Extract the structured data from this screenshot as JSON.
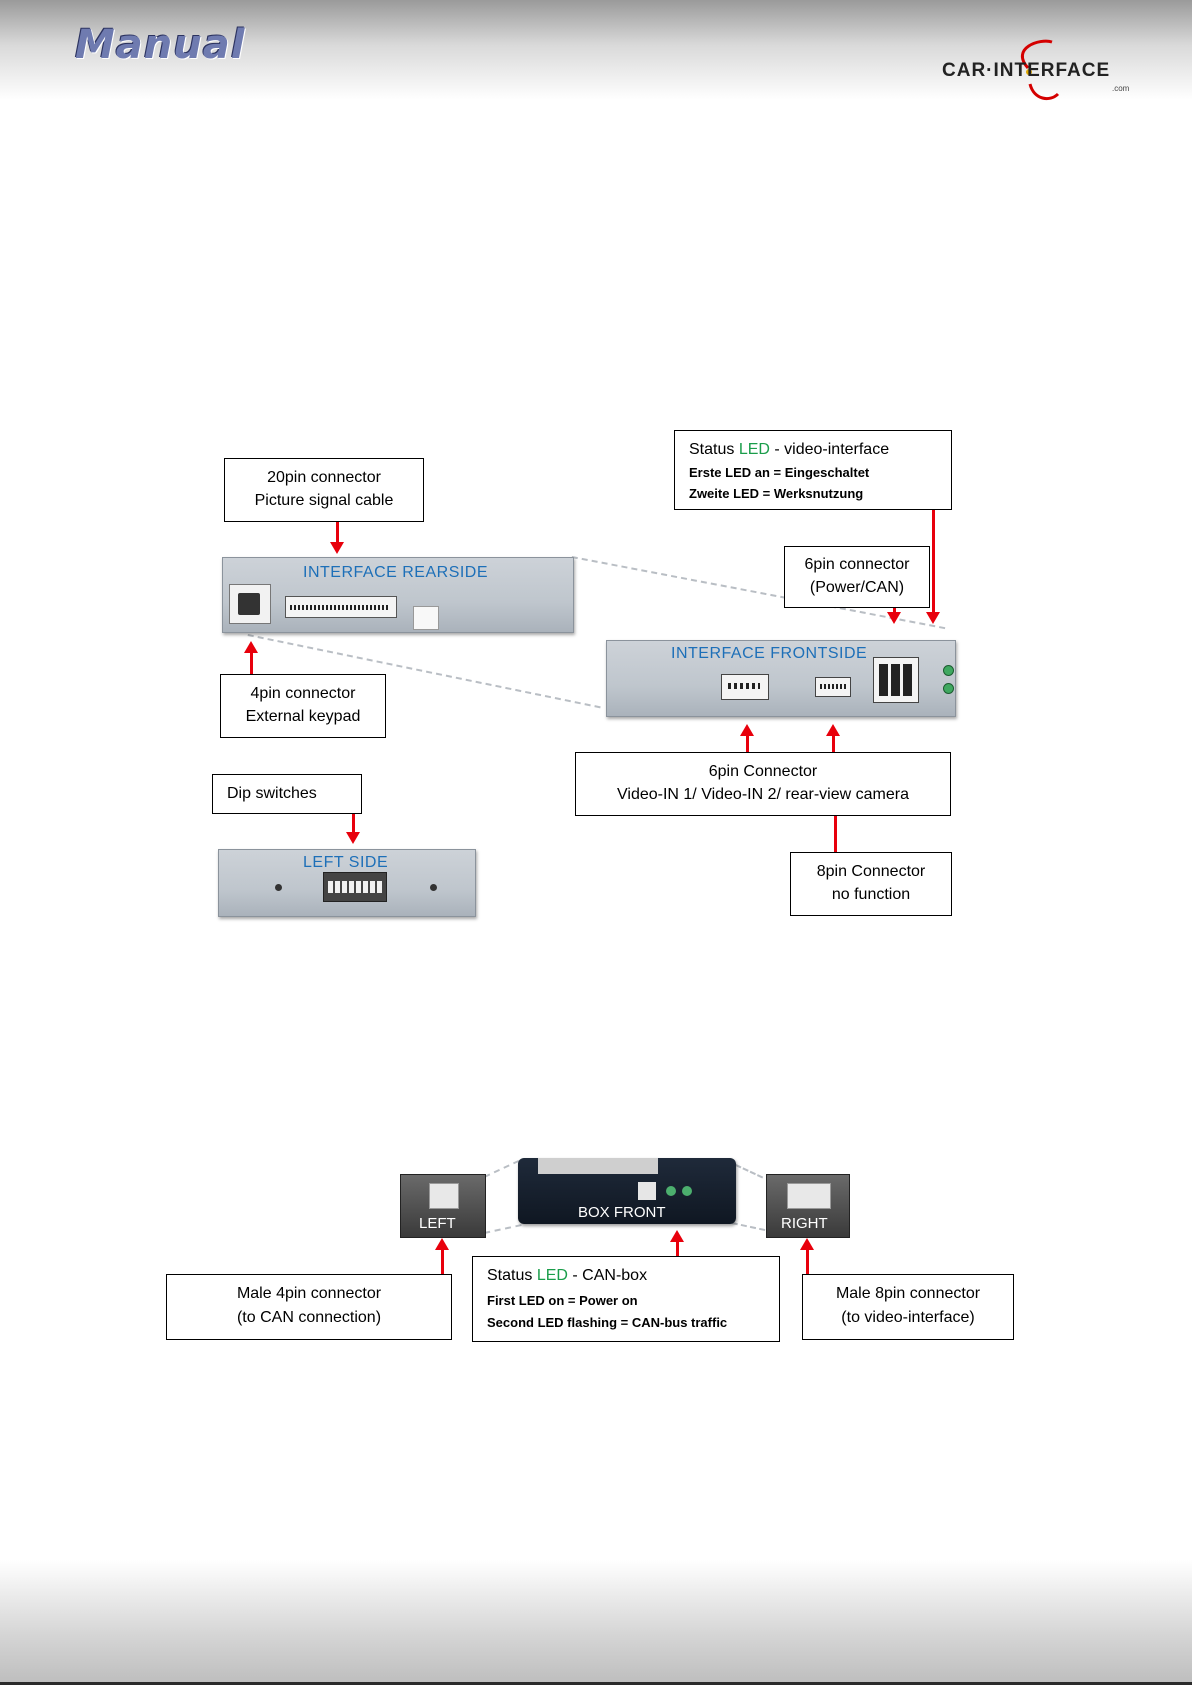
{
  "header": {
    "title": "Manual",
    "brand": "CAR·INTERFACE",
    "brand_suffix": ".com"
  },
  "interface": {
    "rear_label": "INTERFACE   REARSIDE",
    "front_label": "INTERFACE   FRONTSIDE",
    "left_label": "LEFT SIDE"
  },
  "callouts": {
    "pin20": {
      "line1": "20pin connector",
      "line2": "Picture signal cable"
    },
    "pin4": {
      "line1": "4pin connector",
      "line2": "External keypad"
    },
    "dip": {
      "line1": "Dip switches"
    },
    "status_video": {
      "prefix": "Status ",
      "led": "LED",
      "suffix": " - video-interface",
      "line2": "Erste LED an = Eingeschaltet",
      "line3": "Zweite LED = Werksnutzung"
    },
    "pin6_power": {
      "line1": "6pin connector",
      "line2": "(Power/CAN)"
    },
    "pin6_video": {
      "line1": "6pin Connector",
      "line2": "Video-IN 1/ Video-IN 2/  rear-view camera"
    },
    "pin8": {
      "line1": "8pin Connector",
      "line2": "no function"
    }
  },
  "canbox": {
    "left_label": "LEFT",
    "front_label": "BOX FRONT",
    "right_label": "RIGHT",
    "male4": {
      "line1": "Male 4pin connector",
      "line2": "(to CAN connection)"
    },
    "status_can": {
      "prefix": "Status ",
      "led": "LED",
      "suffix": " - CAN-box",
      "line2": "First LED on = Power on",
      "line3": "Second LED flashing = CAN-bus traffic"
    },
    "male8": {
      "line1": "Male 8pin connector",
      "line2": "(to video-interface)"
    }
  },
  "colors": {
    "accent_blue": "#1d6fb8",
    "arrow_red": "#e8000c",
    "led_green": "#1a9d4a"
  }
}
